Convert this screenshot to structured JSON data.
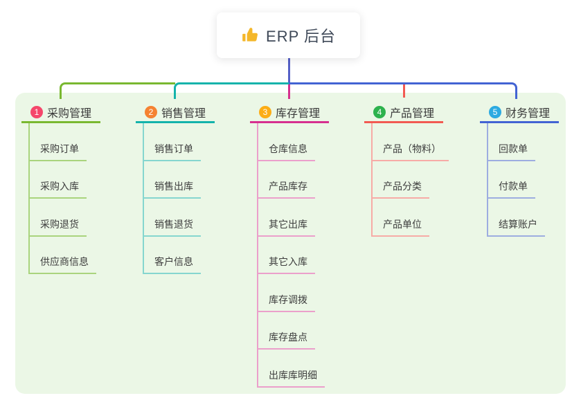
{
  "root": {
    "label": "ERP 后台",
    "icon": "thumbs-up-icon",
    "icon_color": "#f4b72a",
    "text_color": "#3e4857"
  },
  "theme": {
    "panel_bg": "#ebf7e6",
    "trunk_color": "#5560c7",
    "title_text_color": "#3a3a3a",
    "child_text_color": "#3d3d3d"
  },
  "branches": [
    {
      "badge": "1",
      "label": "采购管理",
      "badge_color": "#f5476b",
      "line_color": "#79b830",
      "child_line_color": "#a9d47d",
      "children": [
        "采购订单",
        "采购入库",
        "采购退货",
        "供应商信息"
      ]
    },
    {
      "badge": "2",
      "label": "销售管理",
      "badge_color": "#f58231",
      "line_color": "#14b3ab",
      "child_line_color": "#85d6cf",
      "children": [
        "销售订单",
        "销售出库",
        "销售退货",
        "客户信息"
      ]
    },
    {
      "badge": "3",
      "label": "库存管理",
      "badge_color": "#fcad15",
      "line_color": "#d6308f",
      "child_line_color": "#eb9fcb",
      "children": [
        "仓库信息",
        "产品库存",
        "其它出库",
        "其它入库",
        "库存调拨",
        "库存盘点",
        "出库库明细"
      ]
    },
    {
      "badge": "4",
      "label": "产品管理",
      "badge_color": "#2db24d",
      "line_color": "#f25a52",
      "child_line_color": "#f7aba6",
      "children": [
        "产品（物料）",
        "产品分类",
        "产品单位"
      ]
    },
    {
      "badge": "5",
      "label": "财务管理",
      "badge_color": "#2caae1",
      "line_color": "#4263d3",
      "child_line_color": "#9dade0",
      "children": [
        "回款单",
        "付款单",
        "结算账户"
      ]
    }
  ]
}
